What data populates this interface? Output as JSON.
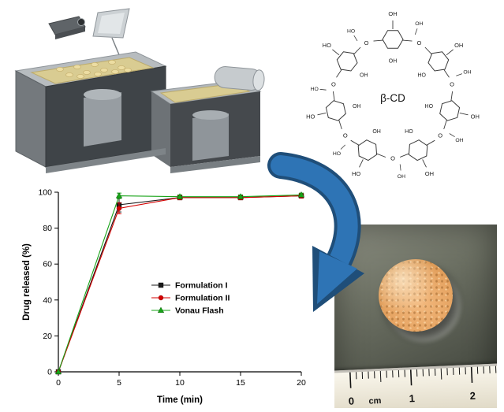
{
  "figure": {
    "type": "graphical-abstract",
    "background": "#ffffff"
  },
  "apparatus": {
    "description": "3D-printing apparatus with camera, tilted mirror plate, two powder beds with pistons, tablets on left bed and a spreading roller",
    "body_color": "#9aa0a4",
    "bed_color": "#d9cc92"
  },
  "chemistry": {
    "center_label": "β-CD",
    "unit_count": 7,
    "line_color": "#3a3a3a",
    "labels": {
      "hydroxyl": "OH",
      "hydroxyl_reversed": "HO",
      "oxygen": "O"
    }
  },
  "chart_data": {
    "type": "line",
    "title": "",
    "xlabel": "Time (min)",
    "ylabel": "Drug released (%)",
    "x": [
      0,
      5,
      10,
      15,
      20
    ],
    "xlim": [
      0,
      20
    ],
    "ylim": [
      0,
      100
    ],
    "xticks": [
      0,
      5,
      10,
      15,
      20
    ],
    "yticks": [
      0,
      20,
      40,
      60,
      80,
      100
    ],
    "grid": false,
    "legend_position": "center-right",
    "series": [
      {
        "name": "Formulation I",
        "marker": "square",
        "color": "#1a1a1a",
        "values": [
          0,
          93,
          97,
          97,
          98
        ],
        "yerr": [
          0,
          4,
          1.2,
          1.2,
          1.2
        ]
      },
      {
        "name": "Formulation II",
        "marker": "circle",
        "color": "#d40000",
        "values": [
          0,
          91,
          97,
          97,
          98
        ],
        "yerr": [
          0,
          3,
          1.2,
          1.2,
          1.2
        ]
      },
      {
        "name": "Vonau Flash",
        "marker": "triangle",
        "color": "#17a317",
        "values": [
          0,
          98,
          97.5,
          97.5,
          98.5
        ],
        "yerr": [
          0,
          1.5,
          1,
          1,
          1
        ]
      }
    ]
  },
  "photo": {
    "subject": "round orange tablet on dark background above a centimeter ruler",
    "tablet_color": "#e8a561",
    "ruler_labels": [
      "0",
      "cm",
      "1",
      "2"
    ]
  },
  "arrow": {
    "color": "#2e74b5",
    "outline": "#1f4e79"
  }
}
